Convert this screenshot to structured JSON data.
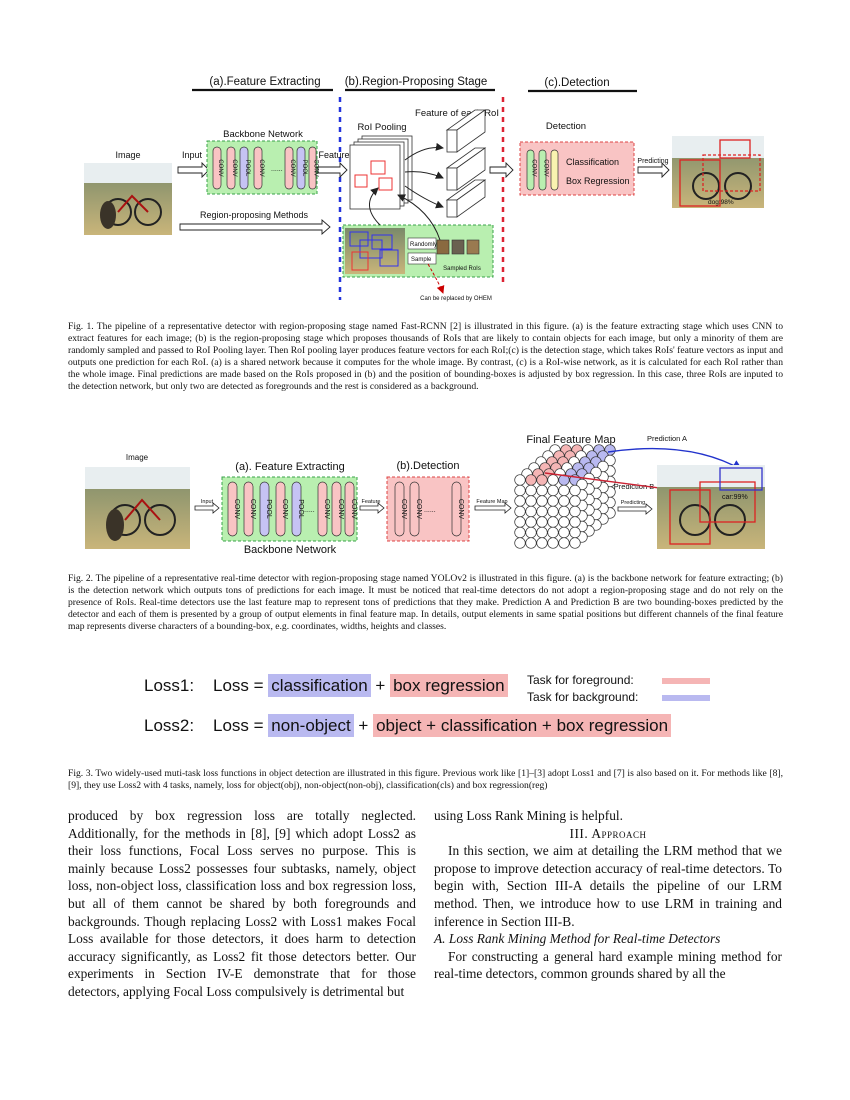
{
  "fig1": {
    "stage_a": "(a).Feature Extracting",
    "stage_b": "(b).Region-Proposing Stage",
    "stage_c": "(c).Detection",
    "backbone": "Backbone Network",
    "image": "Image",
    "input": "Input",
    "feature": "Feature",
    "roi_pooling": "RoI Pooling",
    "feature_each_roi": "Feature of each RoI",
    "detection": "Detection",
    "classification": "Classification",
    "box_regression": "Box Regression",
    "predicting": "Predicting",
    "region_methods": "Region-proposing Methods",
    "randomly": "Randomly",
    "sample": "Sample",
    "sampled_rois": "Sampled RoIs",
    "ohem_note": "Can be replaced by OHEM",
    "conv": "CONV",
    "pool": "POOL",
    "dots": "......",
    "det_label": "dog:98%",
    "caption": "Fig. 1.  The pipeline of a representative detector with region-proposing stage named Fast-RCNN [2] is illustrated in this figure. (a) is the feature extracting stage which uses CNN to extract features for each image; (b) is the region-proposing stage which proposes thousands of RoIs that are likely to contain objects for each image, but only a minority of them are randomly sampled and passed to RoI Pooling layer. Then RoI pooling layer produces feature vectors for each RoI;(c) is the detection stage, which takes RoIs' feature vectors as input and outputs one prediction for each RoI. (a) is a shared network because it computes for the whole image. By contrast, (c) is a RoI-wise network, as it is calculated for each RoI rather than the whole image. Final predictions are made based on the RoIs proposed in (b) and the position of bounding-boxes is adjusted by box regression. In this case, three RoIs are inputed to the detection network, but only two are detected as foregrounds and the rest is considered as a background."
  },
  "fig2": {
    "image": "Image",
    "stage_a": "(a). Feature Extracting",
    "stage_b": "(b).Detection",
    "backbone": "Backbone Network",
    "input": "Input",
    "feature": "Feature",
    "feature_map": "Feature Map",
    "final_feature_map": "Final Feature Map",
    "prediction_a": "Prediction A",
    "prediction_b": "Prediction B",
    "predicting": "Predicting",
    "conv": "CONV",
    "pool": "POOL",
    "dots": "......",
    "det_label": "car:99%",
    "caption": "Fig. 2.  The pipeline of a representative real-time detector with region-proposing stage named YOLOv2 is illustrated in this figure. (a) is the backbone network for feature extracting; (b) is the detection network which outputs tons of predictions for each image. It must be noticed that real-time detectors do not adopt a region-proposing stage and do not rely on the presence of RoIs. Real-time detectors use the last feature map to represent tons of predictions that they make. Prediction A and Prediction B are two bounding-boxes predicted by the detector and each of them is presented by a group of output elements in final feature map. In details, output elements in same spatial positions but different channels of the final feature map represents diverse characters of a bounding-box, e.g. coordinates, widths, heights and classes."
  },
  "fig3": {
    "loss1_label": "Loss1:",
    "loss2_label": "Loss2:",
    "loss_eq": "Loss =",
    "plus": "+",
    "classification": "classification",
    "box_regression": "box regression",
    "non_object": "non-object",
    "object_terms": "object + classification + box regression",
    "legend_fg": "Task for foreground:",
    "legend_bg": "Task for background:",
    "color_fg": "#f5b5b5",
    "color_bg": "#b9b9f0",
    "caption": "Fig. 3.  Two widely-used muti-task loss functions in object detection are illustrated in this figure. Previous work like [1]–[3] adopt Loss1 and [7] is also based on it. For methods like [8], [9], they use Loss2 with 4 tasks, namely, loss for object(obj), non-object(non-obj), classification(cls) and box regression(reg)"
  },
  "body": {
    "left_col": "produced by box regression loss are totally neglected. Additionally, for the methods in [8], [9] which adopt Loss2 as their loss functions, Focal Loss serves no purpose. This is mainly because Loss2 possesses four subtasks, namely, object loss, non-object loss, classification loss and box regression loss, but all of them cannot be shared by both foregrounds and backgrounds. Though replacing Loss2 with Loss1 makes Focal Loss available for those detectors, it does harm to detection accuracy significantly, as Loss2 fit those detectors better. Our experiments in Section IV-E demonstrate that for those detectors, applying Focal Loss compulsively is detrimental but",
    "right_first": "using Loss Rank Mining is helpful.",
    "section_title": "III. Approach",
    "approach_para": "In this section, we aim at detailing the LRM method that we propose to improve detection accuracy of real-time detectors. To begin with, Section III-A details the pipeline of our LRM method. Then, we introduce how to use LRM in training and inference in Section III-B.",
    "subsection_title": "A. Loss Rank Mining Method for Real-time Detectors",
    "subsection_para": "For constructing a general hard example mining method for real-time detectors, common grounds shared by all the"
  }
}
